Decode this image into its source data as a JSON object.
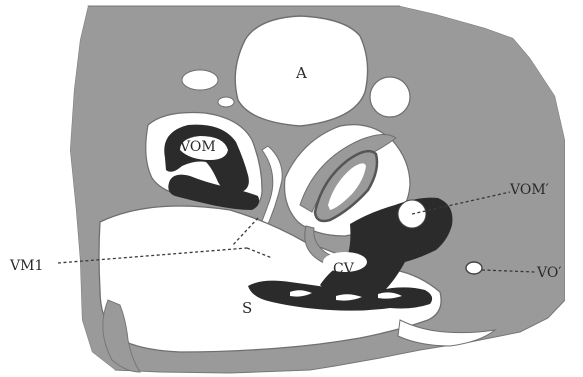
{
  "labels": {
    "A": "A",
    "VOM": "VOM",
    "VM1": "VM1",
    "CV": "CV",
    "S": "S",
    "VOM_prime": "VOM′",
    "VO_prime": "VO′"
  },
  "colors": {
    "tissue_gray": "#9a9a9a",
    "tissue_edge": "#6f6f6f",
    "cavity_white": "#ffffff",
    "dark_tissue": "#2b2b2b",
    "line": "#3a3a3a"
  }
}
